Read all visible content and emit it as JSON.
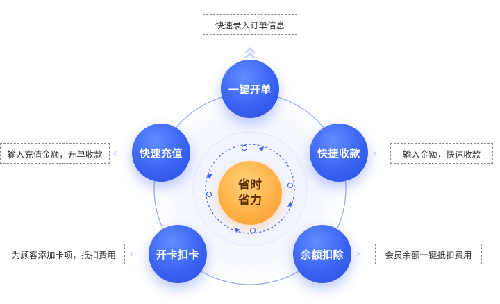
{
  "center": {
    "line1": "省时",
    "line2": "省力"
  },
  "nodes": {
    "top": "一键开单",
    "left": "快速充值",
    "right": "快捷收款",
    "bottom_left": "开卡扣卡",
    "bottom_right": "余额扣除"
  },
  "labels": {
    "top": "快速录入订单信息",
    "left": "输入充值金额，开单收款",
    "right": "输入金额，快速收款",
    "bottom_left": "为顾客添加卡项，抵扣费用",
    "bottom_right": "会员余额一键抵扣费用"
  }
}
